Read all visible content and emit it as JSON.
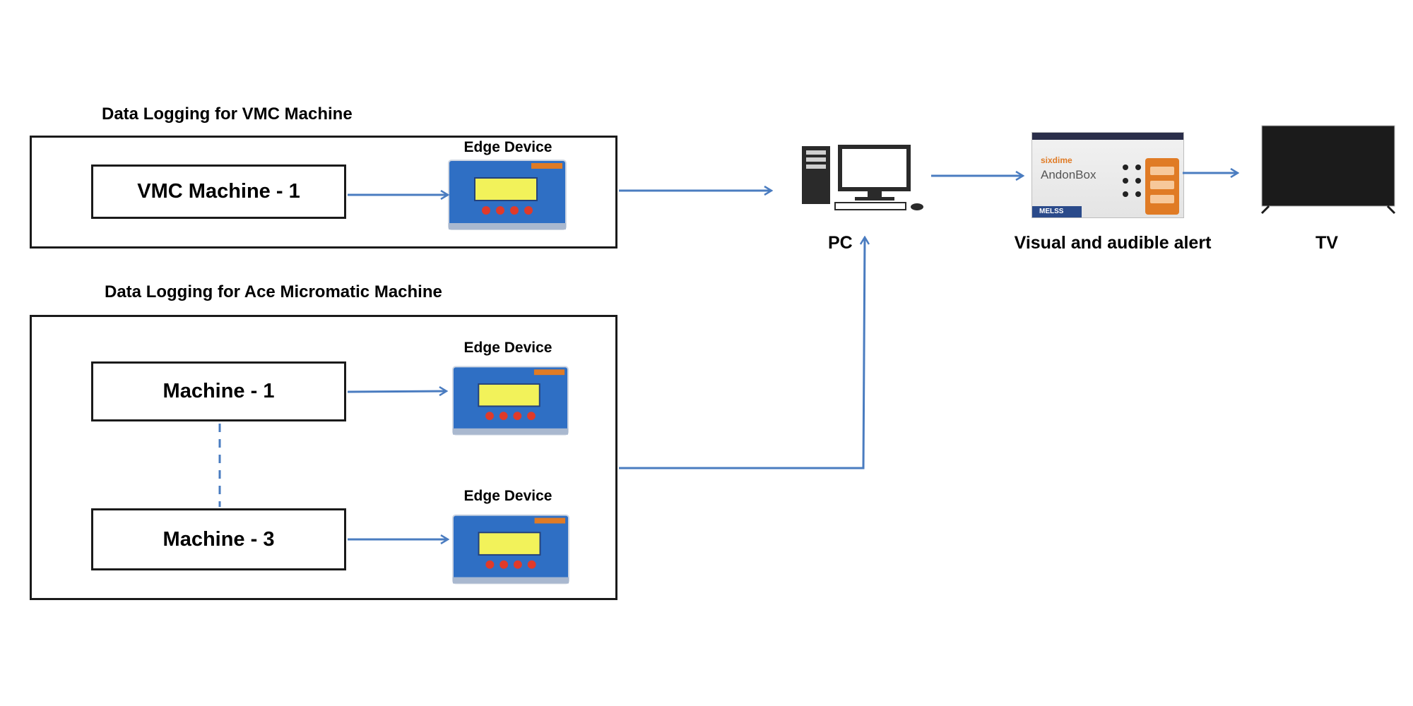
{
  "groups": {
    "vmc": {
      "title": "Data Logging for VMC Machine",
      "machines": [
        "VMC Machine - 1"
      ]
    },
    "ace": {
      "title": "Data Logging for Ace Micromatic Machine",
      "machines": [
        "Machine - 1",
        "Machine - 3"
      ]
    }
  },
  "edge_device_label": "Edge Device",
  "nodes": {
    "pc": "PC",
    "alert": "Visual and audible alert",
    "tv": "TV"
  },
  "andon_box": {
    "brand": "sixdime",
    "name": "AndonBox",
    "footer": "MELSS"
  },
  "colors": {
    "arrow": "#4a7cc0",
    "edge_device_body": "#2f6fc4",
    "edge_device_screen": "#f2f25a",
    "edge_device_button": "#e03a2a",
    "andon_accent": "#e07b25",
    "tv_screen": "#1b1b1b"
  },
  "icons": [
    "pc-icon",
    "andon-box-icon",
    "tv-icon",
    "edge-device-icon"
  ]
}
